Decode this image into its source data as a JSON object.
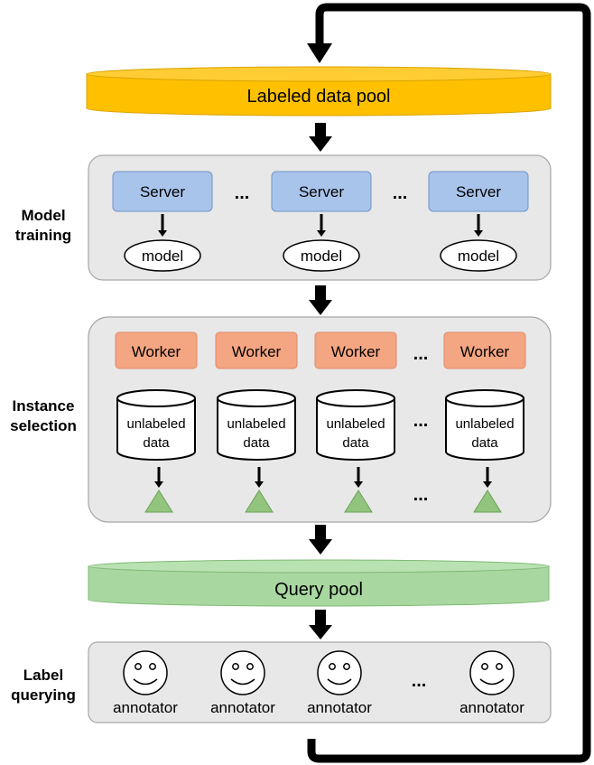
{
  "labeled_pool": "Labeled data pool",
  "stages": [
    {
      "label_line1": "Model",
      "label_line2": "training"
    },
    {
      "label_line1": "Instance",
      "label_line2": "selection"
    },
    {
      "label_line1": "Label",
      "label_line2": "querying"
    }
  ],
  "servers": [
    "Server",
    "Server",
    "Server"
  ],
  "models": [
    "model",
    "model",
    "model"
  ],
  "workers": [
    "Worker",
    "Worker",
    "Worker",
    "Worker"
  ],
  "unlabeled": [
    {
      "line1": "unlabeled",
      "line2": "data"
    },
    {
      "line1": "unlabeled",
      "line2": "data"
    },
    {
      "line1": "unlabeled",
      "line2": "data"
    },
    {
      "line1": "unlabeled",
      "line2": "data"
    }
  ],
  "ellipsis": "...",
  "query_pool": "Query pool",
  "annotators": [
    "annotator",
    "annotator",
    "annotator",
    "annotator"
  ],
  "colors": {
    "labeled_pool": "#ffc000",
    "server": "#a9c4eb",
    "worker": "#f4a582",
    "query_pool": "#a8d8a0",
    "triangle": "#93c47d",
    "stage_box": "#e8e8e8"
  }
}
